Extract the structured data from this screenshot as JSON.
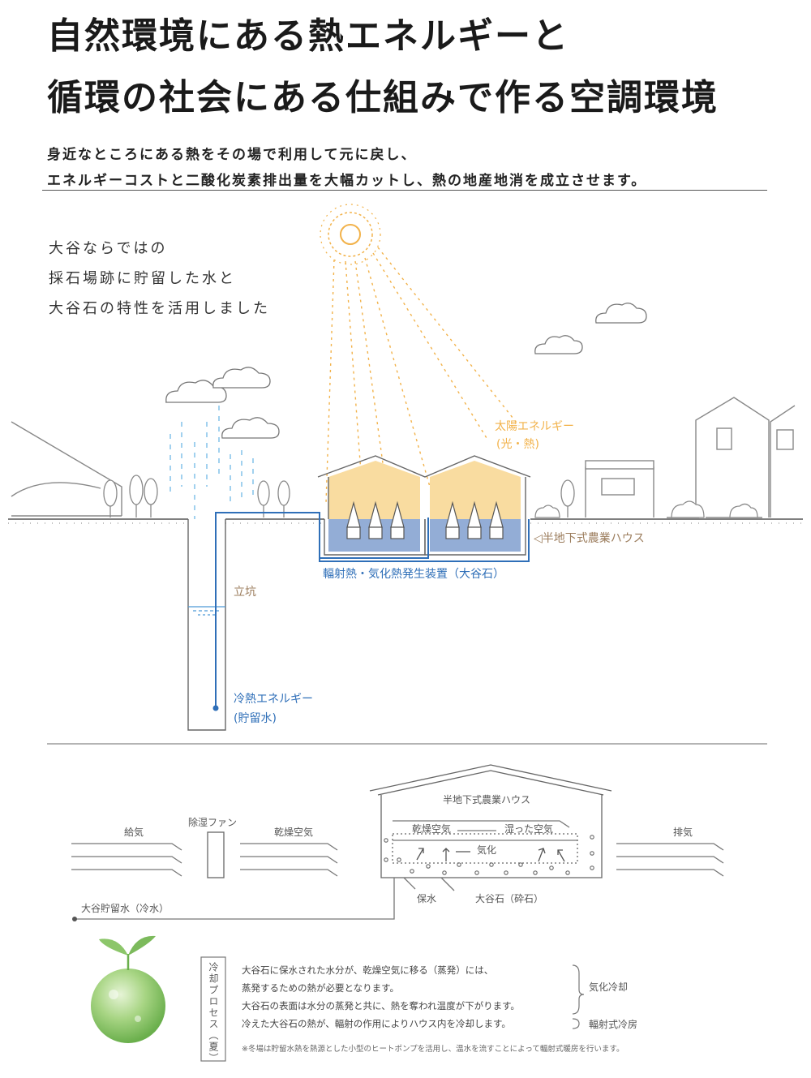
{
  "title": {
    "line1": "自然環境にある熱エネルギーと",
    "line2": "循環の社会にある仕組みで作る空調環境"
  },
  "lead": {
    "line1": "身近なところにある熱をその場で利用して元に戻し、",
    "line2": "エネルギーコストと二酸化炭素排出量を大幅カットし、熱の地産地消を成立させます。"
  },
  "intro": {
    "line1": "大谷ならではの",
    "line2": "採石場跡に貯留した水と",
    "line3": "大谷石の特性を活用しました"
  },
  "overview": {
    "solar_label": "太陽エネルギー",
    "solar_sub": "(光・熱)",
    "house_label": "◁半地下式農業ハウス",
    "device_label": "輻射熱・気化熱発生装置（大谷石）",
    "shaft_label": "立坑",
    "cold_label": "冷熱エネルギー",
    "cold_sub": "(貯留水)"
  },
  "process": {
    "house_title": "半地下式農業ハウス",
    "intake": "給気",
    "dehumid_fan": "除湿ファン",
    "dry_air": "乾燥空気",
    "inside_dry": "乾燥空気",
    "inside_wet": "湿った空気",
    "evaporation": "気化",
    "exhaust": "排気",
    "water_pipe": "大谷貯留水（冷水）",
    "water_retention": "保水",
    "stone": "大谷石（砕石）"
  },
  "cooling": {
    "label": "冷却プロセス（夏）",
    "lines": [
      "大谷石に保水された水分が、乾燥空気に移る（蒸発）には、",
      "蒸発するための熱が必要となります。",
      "大谷石の表面は水分の蒸発と共に、熱を奪われ温度が下がります。",
      "冷えた大谷石の熱が、輻射の作用によりハウス内を冷却します。"
    ],
    "tag1": "気化冷却",
    "tag2": "輻射式冷房",
    "note": "※冬場は貯留水熱を熱源とした小型のヒートポンプを活用し、温水を流すことによって輻射式暖房を行います。"
  },
  "colors": {
    "orange": "#f2b24a",
    "sun_fill": "#f9dca0",
    "blue": "#2f6fb8",
    "pool": "#93add6",
    "tan": "#9b7c5c",
    "gray": "#666666"
  }
}
